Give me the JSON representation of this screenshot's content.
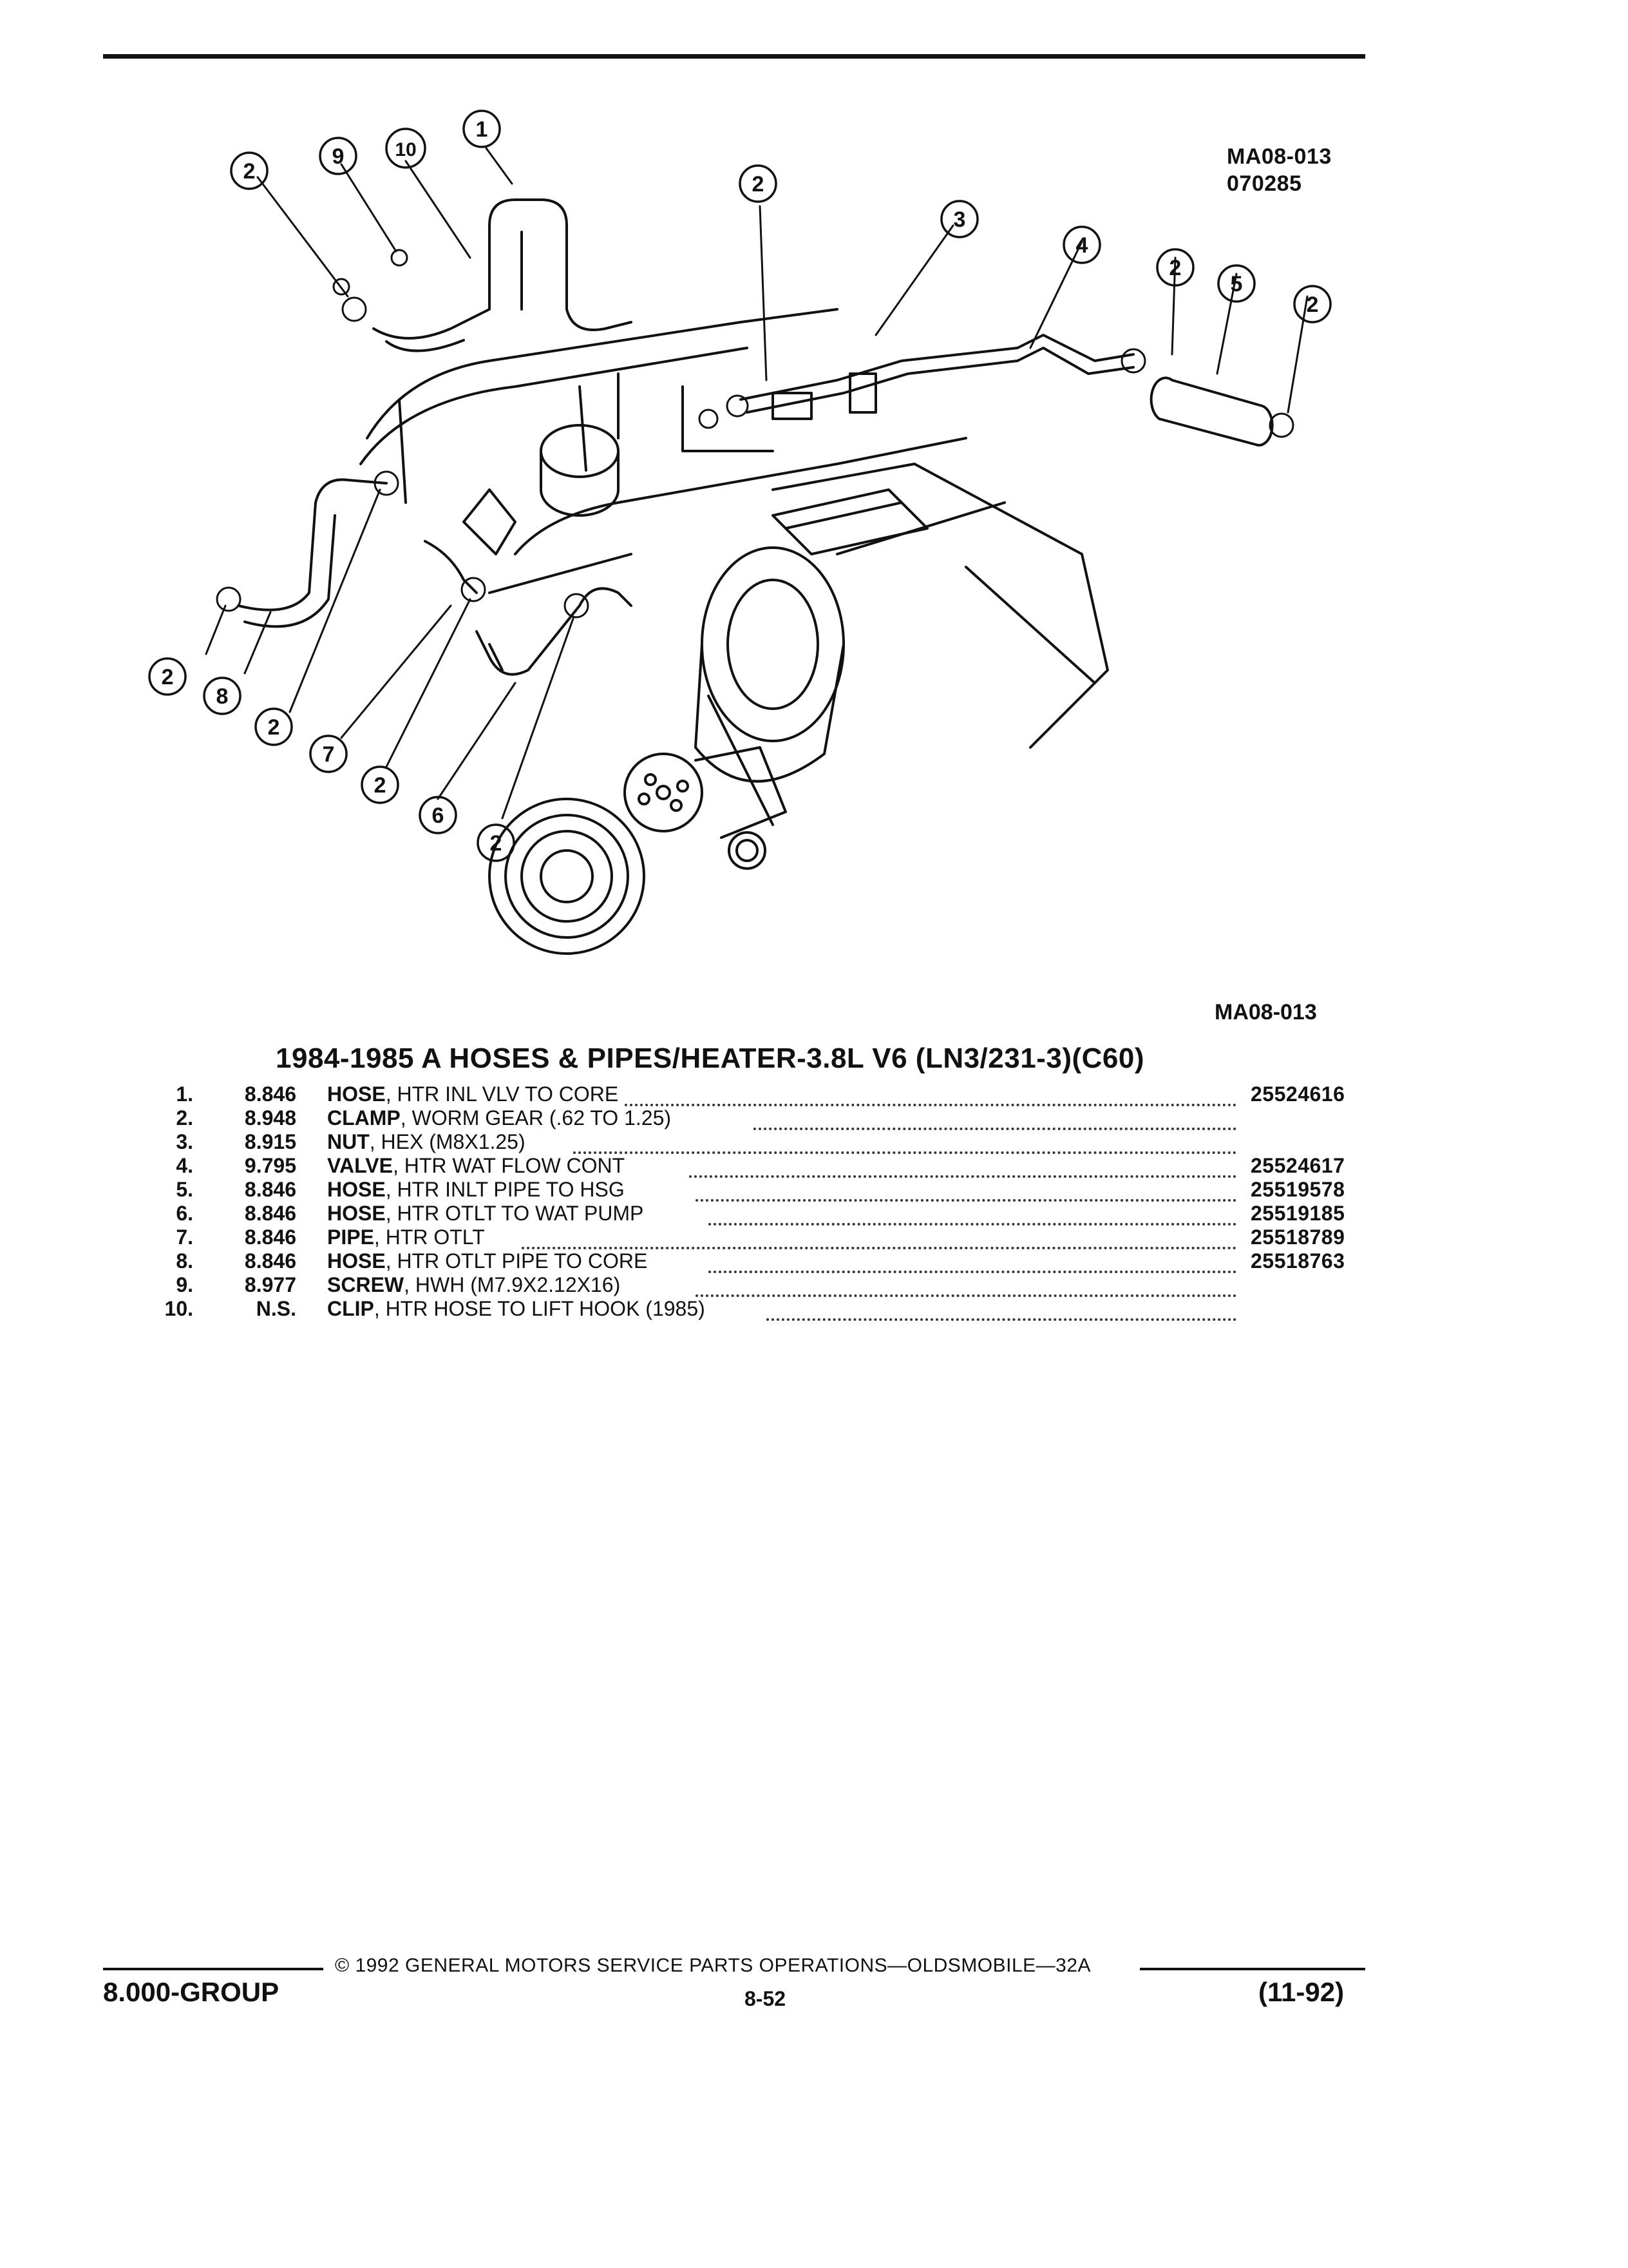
{
  "header": {
    "figure_code": "MA08-013",
    "date_code": "070285"
  },
  "diagram": {
    "callouts": [
      "1",
      "2",
      "3",
      "4",
      "5",
      "6",
      "7",
      "8",
      "9",
      "10"
    ]
  },
  "figure_code_bottom": "MA08-013",
  "parts": {
    "title": "1984-1985 A HOSES & PIPES/HEATER-3.8L V6 (LN3/231-3)(C60)",
    "rows": [
      {
        "num": "1.",
        "group": "8.846",
        "noun": "HOSE",
        "desc": ", HTR INL VLV TO CORE",
        "part": "25524616"
      },
      {
        "num": "2.",
        "group": "8.948",
        "noun": "CLAMP",
        "desc": ", WORM GEAR (.62 TO 1.25)",
        "part": ""
      },
      {
        "num": "3.",
        "group": "8.915",
        "noun": "NUT",
        "desc": ", HEX (M8X1.25)",
        "part": ""
      },
      {
        "num": "4.",
        "group": "9.795",
        "noun": "VALVE",
        "desc": ", HTR WAT FLOW CONT",
        "part": "25524617"
      },
      {
        "num": "5.",
        "group": "8.846",
        "noun": "HOSE",
        "desc": ", HTR INLT PIPE TO HSG",
        "part": "25519578"
      },
      {
        "num": "6.",
        "group": "8.846",
        "noun": "HOSE",
        "desc": ", HTR OTLT TO WAT PUMP",
        "part": "25519185"
      },
      {
        "num": "7.",
        "group": "8.846",
        "noun": "PIPE",
        "desc": ", HTR OTLT",
        "part": "25518789"
      },
      {
        "num": "8.",
        "group": "8.846",
        "noun": "HOSE",
        "desc": ", HTR OTLT PIPE TO CORE",
        "part": "25518763"
      },
      {
        "num": "9.",
        "group": "8.977",
        "noun": "SCREW",
        "desc": ", HWH (M7.9X2.12X16)",
        "part": ""
      },
      {
        "num": "10.",
        "group": "N.S.",
        "noun": "CLIP",
        "desc": ", HTR HOSE TO LIFT HOOK (1985)",
        "part": ""
      }
    ]
  },
  "footer": {
    "copyright": "© 1992 GENERAL MOTORS SERVICE PARTS OPERATIONS—OLDSMOBILE—32A",
    "group": "8.000-GROUP",
    "page": "8-52",
    "date": "(11-92)"
  }
}
